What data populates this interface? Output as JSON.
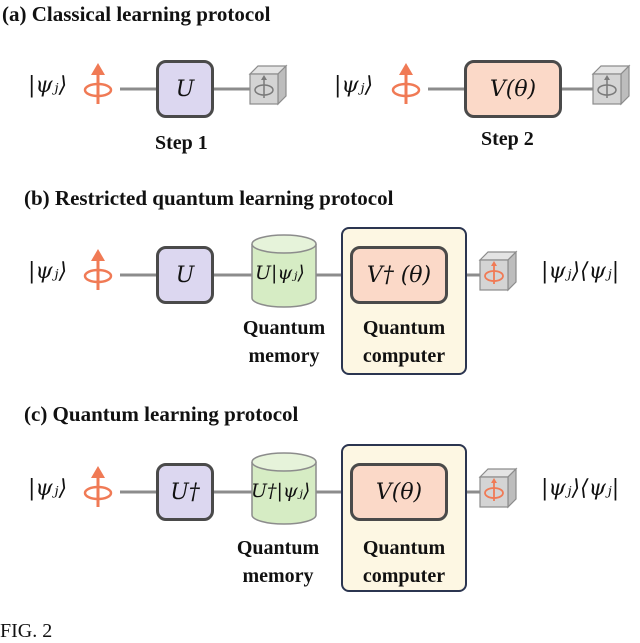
{
  "panel_a": {
    "heading": "(a) Classical learning protocol",
    "input_state_left": "|ψⱼ⟩",
    "input_state_right": "|ψⱼ⟩",
    "gate_u": "U",
    "gate_v": "V(θ)",
    "step1": "Step 1",
    "step2": "Step 2"
  },
  "panel_b": {
    "heading": "(b) Restricted quantum learning protocol",
    "input_state": "|ψⱼ⟩",
    "gate_u": "U",
    "memory_state": "U|ψⱼ⟩",
    "memory_label_1": "Quantum",
    "memory_label_2": "memory",
    "gate_v": "V† (θ)",
    "computer_label_1": "Quantum",
    "computer_label_2": "computer",
    "output_state": "|ψⱼ⟩⟨ψⱼ|"
  },
  "panel_c": {
    "heading": "(c) Quantum learning protocol",
    "input_state": "|ψⱼ⟩",
    "gate_u": "U†",
    "memory_state": "U†|ψⱼ⟩",
    "memory_label_1": "Quantum",
    "memory_label_2": "memory",
    "gate_v": "V(θ)",
    "computer_label_1": "Quantum",
    "computer_label_2": "computer",
    "output_state": "|ψⱼ⟩⟨ψⱼ|"
  },
  "caption_fragment": "FIG. 2",
  "colors": {
    "gate_u_fill": "#dcd7f0",
    "gate_v_fill": "#fbd9c8",
    "memory_fill": "#d6ecc4",
    "computer_fill": "#fdf7e3",
    "spin_arrow": "#f07a55",
    "wire": "#8c8c8c",
    "detector_cube": "#cfcfcf"
  }
}
